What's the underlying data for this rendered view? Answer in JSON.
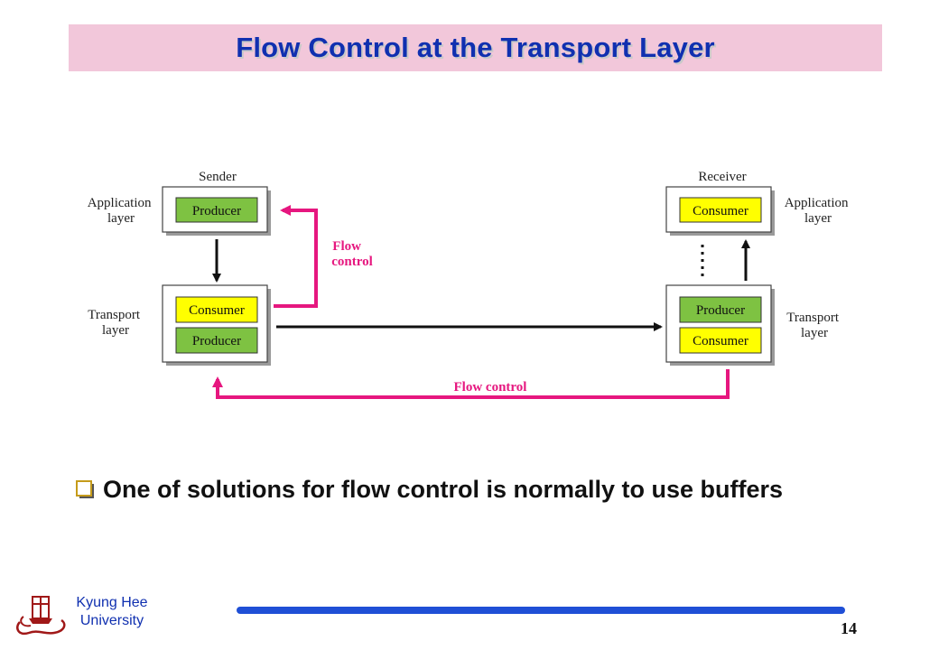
{
  "slide": {
    "title": "Flow Control at the Transport Layer",
    "bullet": "One of solutions for flow control is normally to use buffers",
    "page_number": "14"
  },
  "footer": {
    "university_line1": "Kyung Hee",
    "university_line2": "University"
  },
  "diagram": {
    "sender_label": "Sender",
    "receiver_label": "Receiver",
    "app_layer_left_1": "Application",
    "app_layer_left_2": "layer",
    "transport_layer_left_1": "Transport",
    "transport_layer_left_2": "layer",
    "app_layer_right_1": "Application",
    "app_layer_right_2": "layer",
    "transport_layer_right_1": "Transport",
    "transport_layer_right_2": "layer",
    "sender_app_producer": "Producer",
    "sender_transport_consumer": "Consumer",
    "sender_transport_producer": "Producer",
    "receiver_app_consumer": "Consumer",
    "receiver_transport_producer": "Producer",
    "receiver_transport_consumer": "Consumer",
    "flow_control_top_1": "Flow",
    "flow_control_top_2": "control",
    "flow_control_bottom": "Flow control"
  },
  "colors": {
    "title_bg": "#f2c7da",
    "title_text": "#1030b0",
    "producer_green": "#7ec242",
    "consumer_yellow": "#ffff00",
    "flow_magenta": "#e6177f",
    "footer_blue": "#1f4fd6"
  },
  "icons": {
    "bullet": "checkbox-bullet-icon",
    "logo": "kyung-hee-university-logo"
  }
}
